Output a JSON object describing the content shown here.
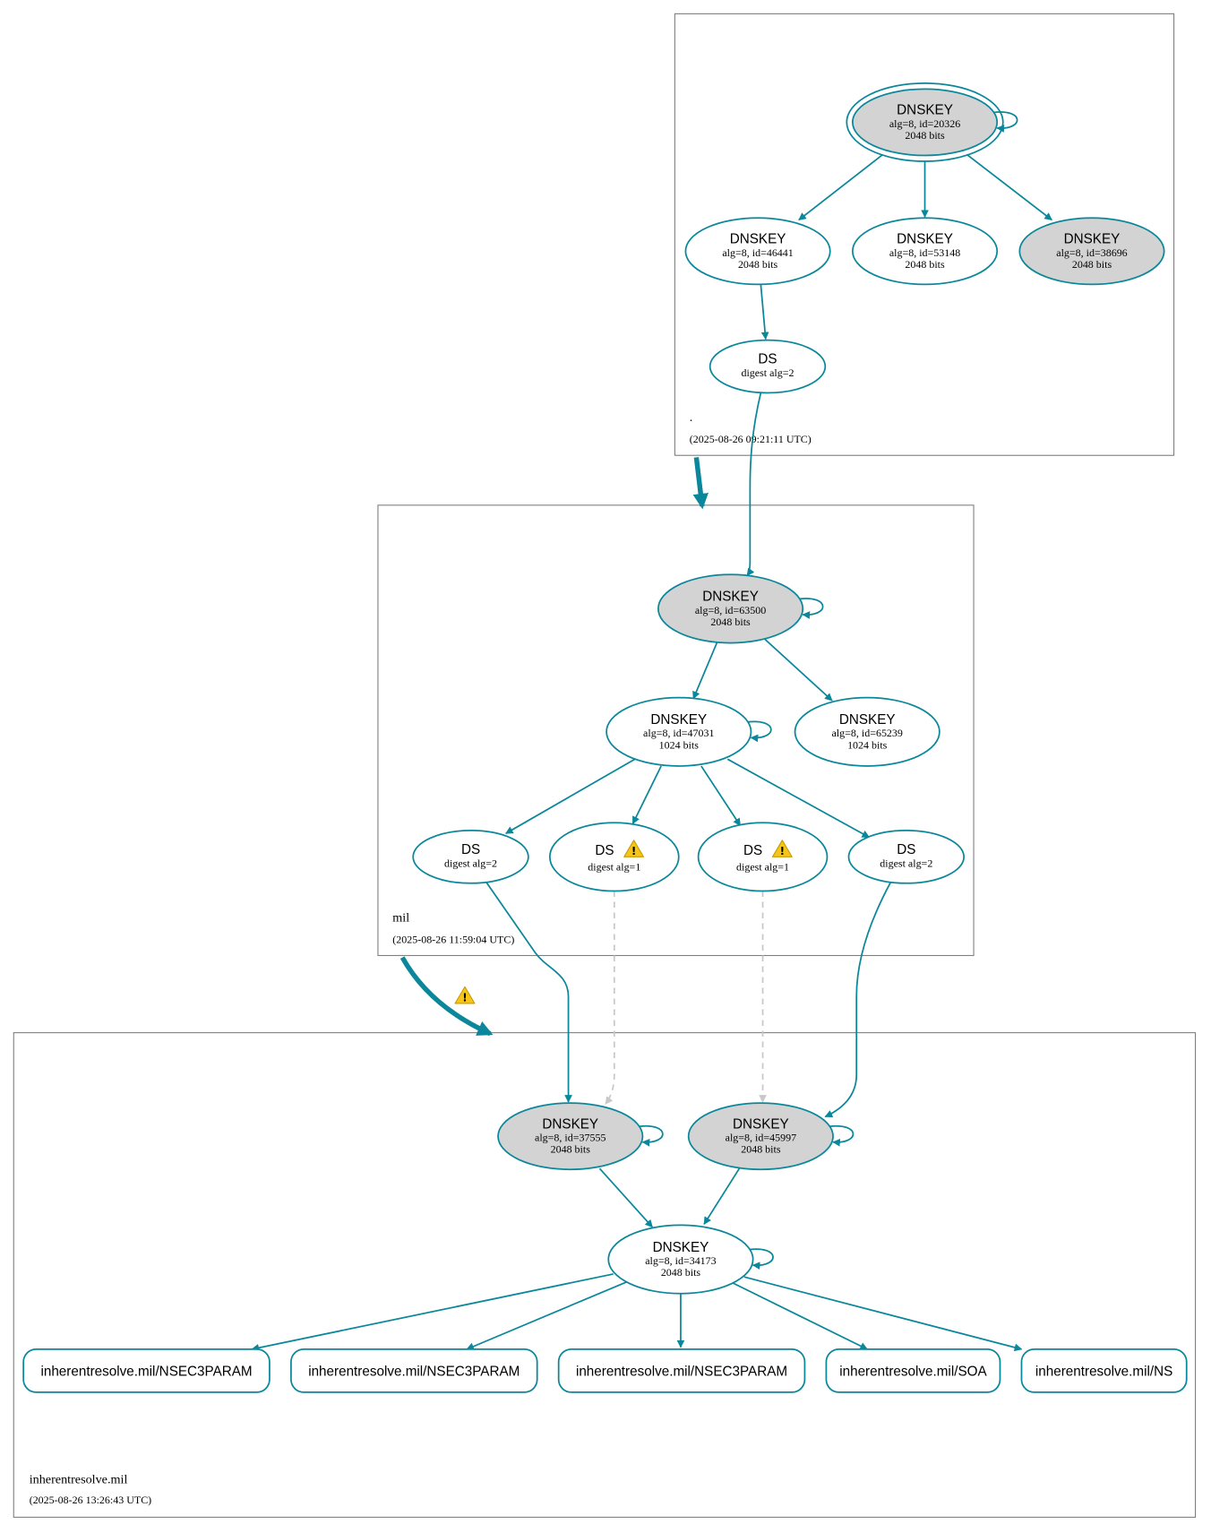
{
  "colors": {
    "edge": "#0a879a",
    "key_fill": "#d3d3d3",
    "dashed": "#c8c8c8",
    "zone_border": "#7f7f7f",
    "warning": "#f5c518"
  },
  "zones": [
    {
      "name": ".",
      "timestamp": "(2025-08-26 09:21:11 UTC)"
    },
    {
      "name": "mil",
      "timestamp": "(2025-08-26 11:59:04 UTC)"
    },
    {
      "name": "inherentresolve.mil",
      "timestamp": "(2025-08-26 13:26:43 UTC)"
    }
  ],
  "nodes": [
    {
      "id": "n1",
      "type": "DNSKEY",
      "l2": "alg=8, id=20326",
      "l3": "2048 bits",
      "sep": true,
      "trust_anchor": true
    },
    {
      "id": "n2",
      "type": "DNSKEY",
      "l2": "alg=8, id=46441",
      "l3": "2048 bits",
      "sep": false
    },
    {
      "id": "n3",
      "type": "DNSKEY",
      "l2": "alg=8, id=53148",
      "l3": "2048 bits",
      "sep": false
    },
    {
      "id": "n4",
      "type": "DNSKEY",
      "l2": "alg=8, id=38696",
      "l3": "2048 bits",
      "sep": true
    },
    {
      "id": "n5",
      "type": "DS",
      "l2": "digest alg=2"
    },
    {
      "id": "m1",
      "type": "DNSKEY",
      "l2": "alg=8, id=63500",
      "l3": "2048 bits",
      "sep": true
    },
    {
      "id": "m2",
      "type": "DNSKEY",
      "l2": "alg=8, id=47031",
      "l3": "1024 bits",
      "sep": false
    },
    {
      "id": "m3",
      "type": "DNSKEY",
      "l2": "alg=8, id=65239",
      "l3": "1024 bits",
      "sep": false
    },
    {
      "id": "d1",
      "type": "DS",
      "l2": "digest alg=2"
    },
    {
      "id": "d2",
      "type": "DS",
      "l2": "digest alg=1",
      "warning": true
    },
    {
      "id": "d3",
      "type": "DS",
      "l2": "digest alg=1",
      "warning": true
    },
    {
      "id": "d4",
      "type": "DS",
      "l2": "digest alg=2"
    },
    {
      "id": "b1",
      "type": "DNSKEY",
      "l2": "alg=8, id=37555",
      "l3": "2048 bits",
      "sep": true
    },
    {
      "id": "b2",
      "type": "DNSKEY",
      "l2": "alg=8, id=45997",
      "l3": "2048 bits",
      "sep": true
    },
    {
      "id": "b3",
      "type": "DNSKEY",
      "l2": "alg=8, id=34173",
      "l3": "2048 bits",
      "sep": false
    }
  ],
  "records": [
    "inherentresolve.mil/NSEC3PARAM",
    "inherentresolve.mil/NSEC3PARAM",
    "inherentresolve.mil/NSEC3PARAM",
    "inherentresolve.mil/SOA",
    "inherentresolve.mil/NS"
  ],
  "edges": [
    {
      "from": "n1",
      "to": "n1"
    },
    {
      "from": "n1",
      "to": "n2"
    },
    {
      "from": "n1",
      "to": "n3"
    },
    {
      "from": "n1",
      "to": "n4"
    },
    {
      "from": "n2",
      "to": "n5"
    },
    {
      "from": "n5",
      "to": "m1"
    },
    {
      "from": "m1",
      "to": "m1"
    },
    {
      "from": "m1",
      "to": "m2"
    },
    {
      "from": "m1",
      "to": "m3"
    },
    {
      "from": "m2",
      "to": "m2"
    },
    {
      "from": "m2",
      "to": "d1"
    },
    {
      "from": "m2",
      "to": "d2"
    },
    {
      "from": "m2",
      "to": "d3"
    },
    {
      "from": "m2",
      "to": "d4"
    },
    {
      "from": "d1",
      "to": "b1"
    },
    {
      "from": "d2",
      "to": "b1",
      "style": "dashed"
    },
    {
      "from": "d3",
      "to": "b2",
      "style": "dashed"
    },
    {
      "from": "d4",
      "to": "b2"
    },
    {
      "from": "b1",
      "to": "b1"
    },
    {
      "from": "b2",
      "to": "b2"
    },
    {
      "from": "b1",
      "to": "b3"
    },
    {
      "from": "b2",
      "to": "b3"
    },
    {
      "from": "b3",
      "to": "b3"
    },
    {
      "from": "b3",
      "to": "r0"
    },
    {
      "from": "b3",
      "to": "r1"
    },
    {
      "from": "b3",
      "to": "r2"
    },
    {
      "from": "b3",
      "to": "r3"
    },
    {
      "from": "b3",
      "to": "r4"
    }
  ],
  "delegations": [
    {
      "from": ".",
      "to": "mil"
    },
    {
      "from": "mil",
      "to": "inherentresolve.mil",
      "warning": true
    }
  ]
}
